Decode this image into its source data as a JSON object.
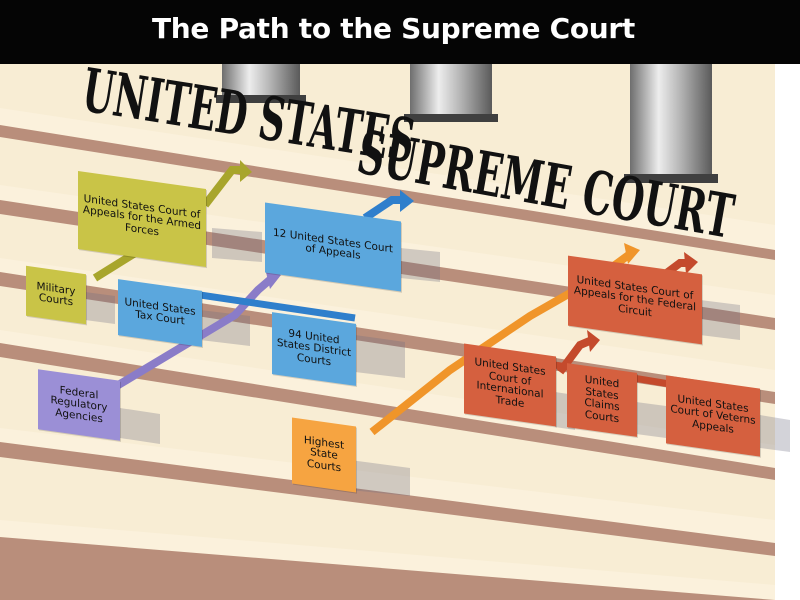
{
  "header": {
    "title": "The Path to the Supreme Court"
  },
  "main_title": {
    "line1": "UNITED STATES",
    "line2": "SUPREME COURT"
  },
  "colors": {
    "olive": "#c9c447",
    "blue": "#5ba7dd",
    "lavender": "#9b8fd6",
    "orange": "#f6a441",
    "red": "#d5603f",
    "step": "#b98e7b",
    "wall": "#f8edd4"
  },
  "courts": {
    "armed_forces": "United States Court of Appeals for the Armed Forces",
    "military": "Military Courts",
    "appeals12": "12 United States Court of Appeals",
    "tax": "United States Tax Court",
    "district": "94 United States District Courts",
    "regulatory": "Federal Regulatory Agencies",
    "state": "Highest State Courts",
    "federal_circuit": "United States Court of Appeals for the Federal Circuit",
    "intl_trade": "United States Court of International Trade",
    "claims": "United States Claims Courts",
    "veterans": "United States Court of Veterns Appeals"
  }
}
